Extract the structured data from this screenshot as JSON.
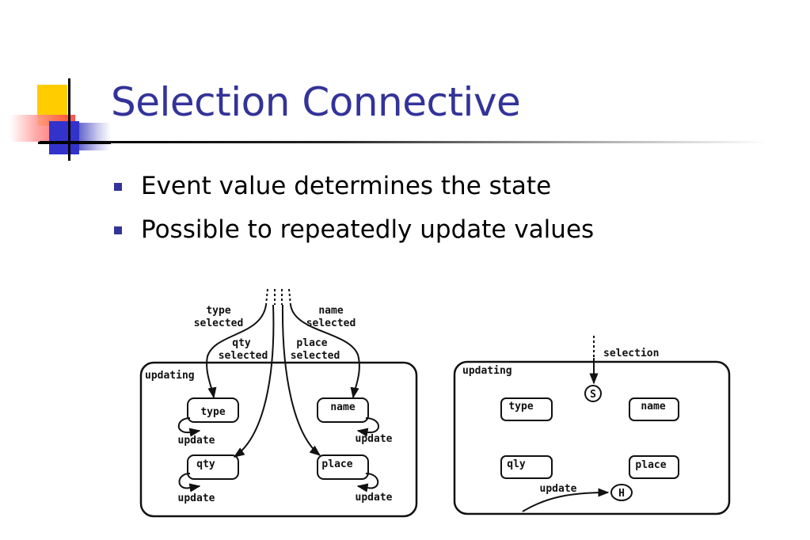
{
  "slide": {
    "title": "Selection Connective",
    "bullets": [
      "Event value determines the state",
      "Possible to repeatedly update values"
    ],
    "colors": {
      "title": "#333399",
      "bullet": "#333399",
      "deco_yellow": "#ffcc00",
      "deco_red": "#ff3333",
      "deco_blue": "#3333cc"
    }
  },
  "diagram_left": {
    "container_label": "updating",
    "states": [
      "type",
      "name",
      "qty",
      "place"
    ],
    "event_labels": [
      [
        "type",
        "selected"
      ],
      [
        "name",
        "selected"
      ],
      [
        "qty",
        "selected"
      ],
      [
        "place",
        "selected"
      ]
    ],
    "self_loop_label": "update"
  },
  "diagram_right": {
    "container_label": "updating",
    "states": [
      "type",
      "name",
      "qly",
      "place"
    ],
    "event_label": "selection",
    "selection_marker": "S",
    "history_marker": "H",
    "history_label": "update"
  }
}
